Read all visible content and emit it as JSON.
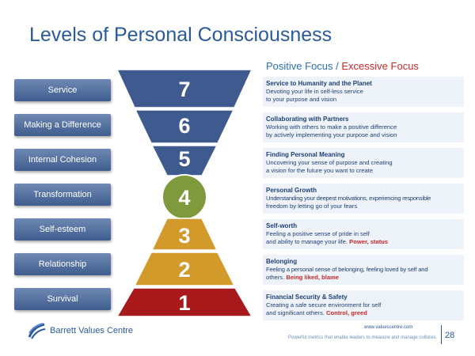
{
  "title": "Levels of Personal Consciousness",
  "focus_header": {
    "positive": "Positive Focus",
    "separator": " / ",
    "excessive": "Excessive Focus"
  },
  "levels": [
    {
      "number": "7",
      "label": "Service",
      "desc_title": "Service to Humanity and the Planet",
      "desc_line1": "Devoting your life in self-less service",
      "desc_line2": "to your purpose and vision",
      "excess": ""
    },
    {
      "number": "6",
      "label": "Making a Difference",
      "desc_title": "Collaborating with Partners",
      "desc_line1": "Working with others to make a positive difference",
      "desc_line2": "by actively implementing your purpose and vision",
      "excess": ""
    },
    {
      "number": "5",
      "label": "Internal Cohesion",
      "desc_title": "Finding Personal Meaning",
      "desc_line1": "Uncovering your sense of purpose and creating",
      "desc_line2": "a vision for the future you want to create",
      "excess": ""
    },
    {
      "number": "4",
      "label": "Transformation",
      "desc_title": "Personal Growth",
      "desc_line1": "Understanding your deepest motivations, experiencing responsible",
      "desc_line2": "freedom by letting go of your fears",
      "excess": ""
    },
    {
      "number": "3",
      "label": "Self-esteem",
      "desc_title": "Self-worth",
      "desc_line1": "Feeling a positive sense of pride in self",
      "desc_line2": "and ability to manage your  life.",
      "excess": "Power, status"
    },
    {
      "number": "2",
      "label": "Relationship",
      "desc_title": "Belonging",
      "desc_line1": "Feeling a personal sense of belonging, feeling loved by self and",
      "desc_line2": "others.",
      "excess": "Being liked, blame"
    },
    {
      "number": "1",
      "label": "Survival",
      "desc_title": "Financial Security & Safety",
      "desc_line1": "Creating a safe secure environment for self",
      "desc_line2": "and significant others.",
      "excess": "Control, greed"
    }
  ],
  "colors": {
    "upper": "#3f5a8e",
    "middle": "#7e9a3c",
    "lower_gold": "#d29a2a",
    "base_red": "#a8191c",
    "accent": "#2a5a9a"
  },
  "footer": {
    "logo_text": "Barrett Values Centre",
    "url": "www.valuescentre.com",
    "tagline": "Powerful metrics that enable leaders to measure and manage cultures.",
    "page_number": "28"
  }
}
